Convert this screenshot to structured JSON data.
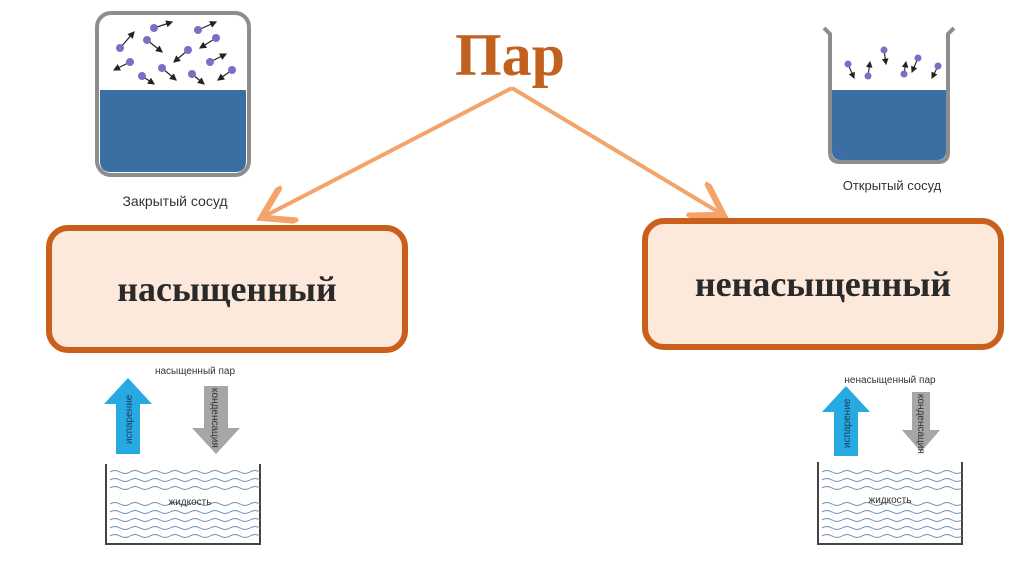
{
  "title": "Пар",
  "left_box_label": "насыщенный",
  "right_box_label": "ненасыщенный",
  "closed_vessel_caption": "Закрытый сосуд",
  "open_vessel_caption": "Открытый сосуд",
  "saturated_vapor_label": "насыщенный пар",
  "unsaturated_vapor_label": "ненасыщенный пар",
  "evaporation_label": "испарение",
  "condensation_label": "конденсация",
  "liquid_label": "жидкость",
  "colors": {
    "accent": "#c95f1a",
    "box_fill": "#fde8dc",
    "arrow": "#f4a46a",
    "water": "#3b6ea3",
    "evaporation_arrow": "#27a9e1",
    "condensation_arrow": "#a6a6a6",
    "molecule": "#7b6fc4"
  }
}
